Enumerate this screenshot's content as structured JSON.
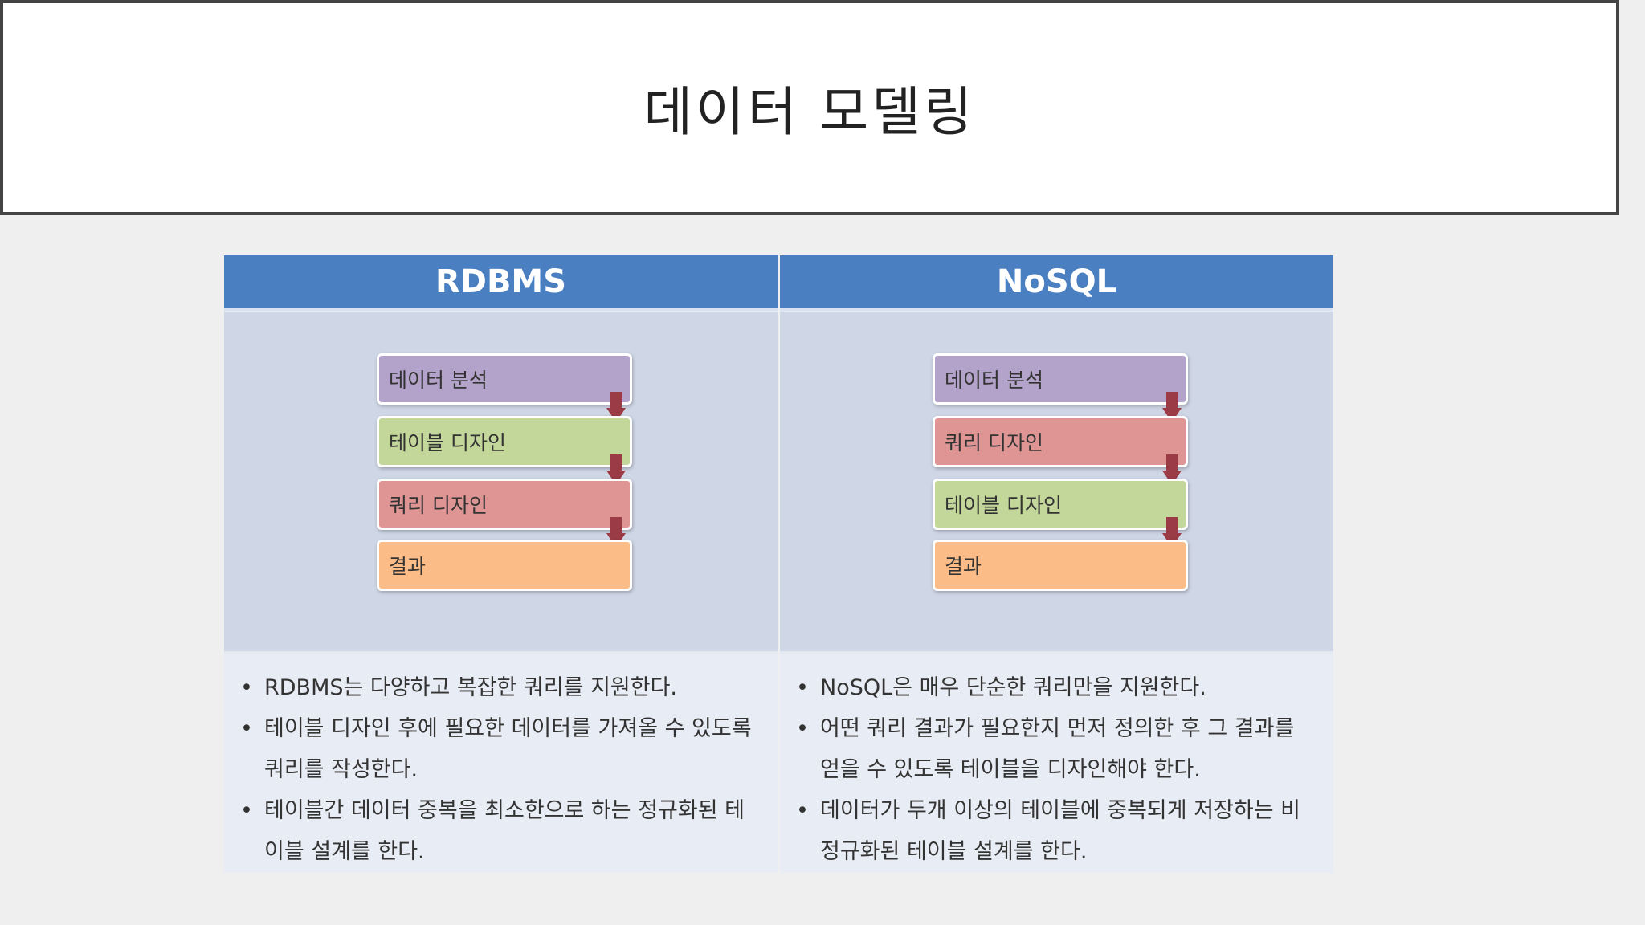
{
  "title": "데이터 모델링",
  "columns": [
    {
      "header": "RDBMS",
      "steps": [
        {
          "label": "데이터 분석",
          "color": "#b3a2c9"
        },
        {
          "label": "테이블 디자인",
          "color": "#c3d79b"
        },
        {
          "label": "쿼리 디자인",
          "color": "#de9594"
        },
        {
          "label": "결과",
          "color": "#fbbc87"
        }
      ],
      "bullets": [
        "RDBMS는 다양하고 복잡한 쿼리를 지원한다.",
        "테이블 디자인 후에 필요한 데이터를 가져올 수 있도록 쿼리를 작성한다.",
        "테이블간 데이터 중복을 최소한으로 하는 정규화된 테이블 설계를 한다."
      ]
    },
    {
      "header": "NoSQL",
      "steps": [
        {
          "label": "데이터 분석",
          "color": "#b3a2c9"
        },
        {
          "label": "쿼리 디자인",
          "color": "#de9594"
        },
        {
          "label": "테이블 디자인",
          "color": "#c3d79b"
        },
        {
          "label": "결과",
          "color": "#fbbc87"
        }
      ],
      "bullets": [
        "NoSQL은 매우 단순한 쿼리만을 지원한다.",
        "어떤 쿼리 결과가 필요한지 먼저 정의한 후 그 결과를 얻을 수 있도록 테이블을 디자인해야 한다.",
        "데이터가 두개 이상의 테이블에 중복되게 저장하는 비정규화된 테이블 설계를 한다."
      ]
    }
  ],
  "colors": {
    "header_bg": "#4a7fc1",
    "arrow": "#9b3b45"
  }
}
